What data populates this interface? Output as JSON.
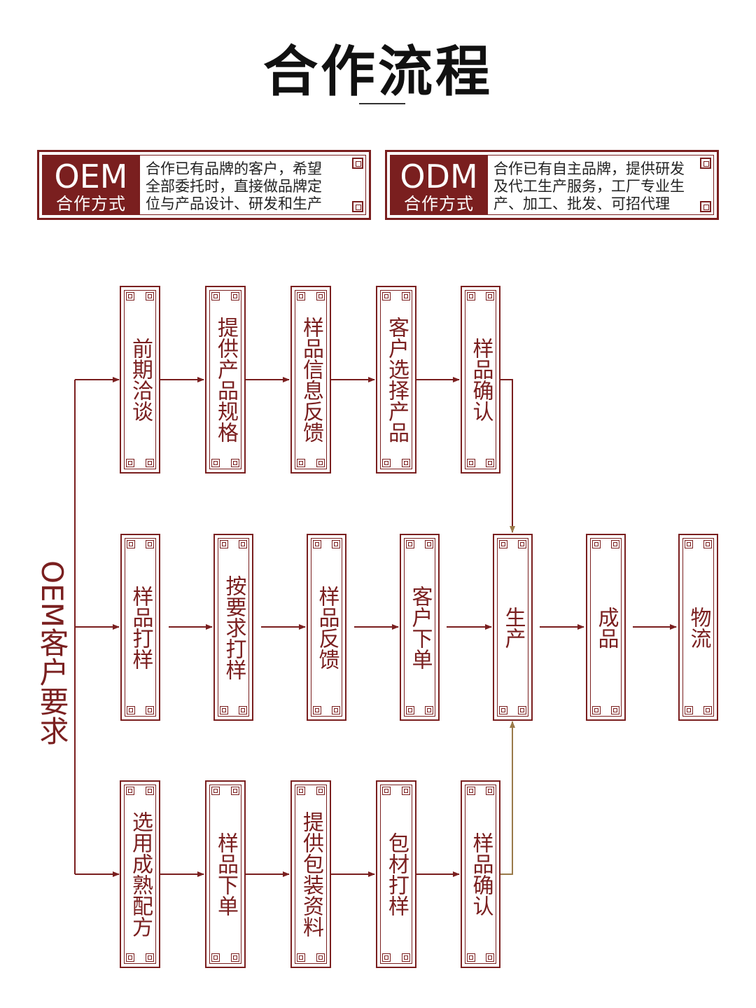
{
  "title": "合作流程",
  "colors": {
    "primary": "#7a1f1f",
    "accent_arrow": "#9a7a4a",
    "title": "#111111"
  },
  "modes": [
    {
      "code": "OEM",
      "label": "合作方式",
      "lines": [
        "合作已有品牌的客户，希望",
        "全部委托时，直接做品牌定",
        "位与产品设计、研发和生产"
      ]
    },
    {
      "code": "ODM",
      "label": "合作方式",
      "lines": [
        "合作已有自主品牌，提供研发",
        "及代工生产服务，工厂专业生",
        "产、加工、批发、可招代理"
      ]
    }
  ],
  "side_label": "OEM客户要求",
  "rows": [
    [
      "前期洽谈",
      "提供产品规格",
      "样品信息反馈",
      "客户选择产品",
      "样品确认"
    ],
    [
      "样品打样",
      "按要求打样",
      "样品反馈",
      "客户下单",
      "生产",
      "成品",
      "物流"
    ],
    [
      "选用成熟配方",
      "样品下单",
      "提供包装资料",
      "包材打样",
      "样品确认"
    ]
  ]
}
